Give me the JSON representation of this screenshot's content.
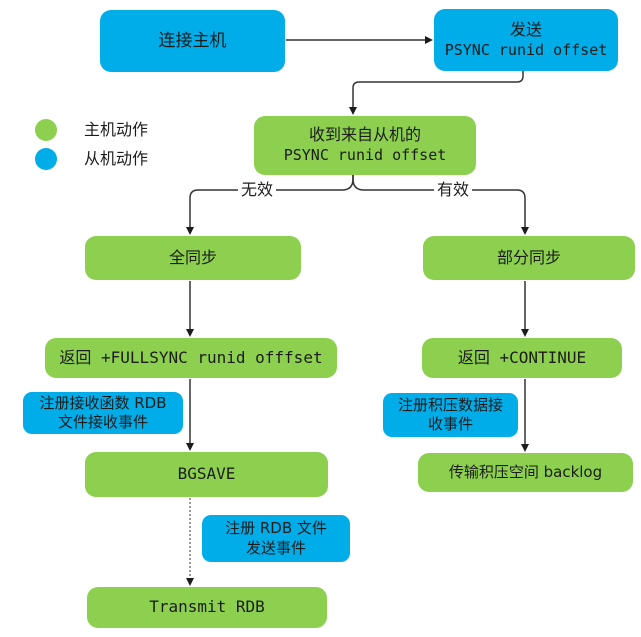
{
  "colors": {
    "master_action_green": "#8dd04f",
    "slave_action_blue": "#00ade8",
    "wire": "#333333",
    "text": "#1c1c1c"
  },
  "legend": {
    "master": {
      "label": "主机动作",
      "color": "#8dd04f"
    },
    "slave": {
      "label": "从机动作",
      "color": "#00ade8"
    }
  },
  "nodes": {
    "connect": {
      "line1": "连接主机"
    },
    "send_psync": {
      "line1": "发送",
      "line2": "PSYNC runid offset"
    },
    "recv_psync": {
      "line1": "收到来自从机的",
      "line2": "PSYNC runid offset"
    },
    "full_sync": {
      "line1": "全同步"
    },
    "partial_sync": {
      "line1": "部分同步"
    },
    "return_fullsync": {
      "line1": "返回 +FULLSYNC runid offfset"
    },
    "reg_recv_func": {
      "line1": "注册接收函数 RDB",
      "line2": "文件接收事件"
    },
    "bgsave": {
      "line1": "BGSAVE"
    },
    "reg_rdb_send": {
      "line1": "注册 RDB 文件",
      "line2": "发送事件"
    },
    "transmit_rdb": {
      "line1": "Transmit RDB"
    },
    "return_continue": {
      "line1": "返回 +CONTINUE"
    },
    "reg_backlog": {
      "line1": "注册积压数据接",
      "line2": "收事件"
    },
    "transmit_backlog": {
      "line1": "传输积压空间 backlog"
    }
  },
  "edge_labels": {
    "invalid": "无效",
    "valid": "有效"
  }
}
